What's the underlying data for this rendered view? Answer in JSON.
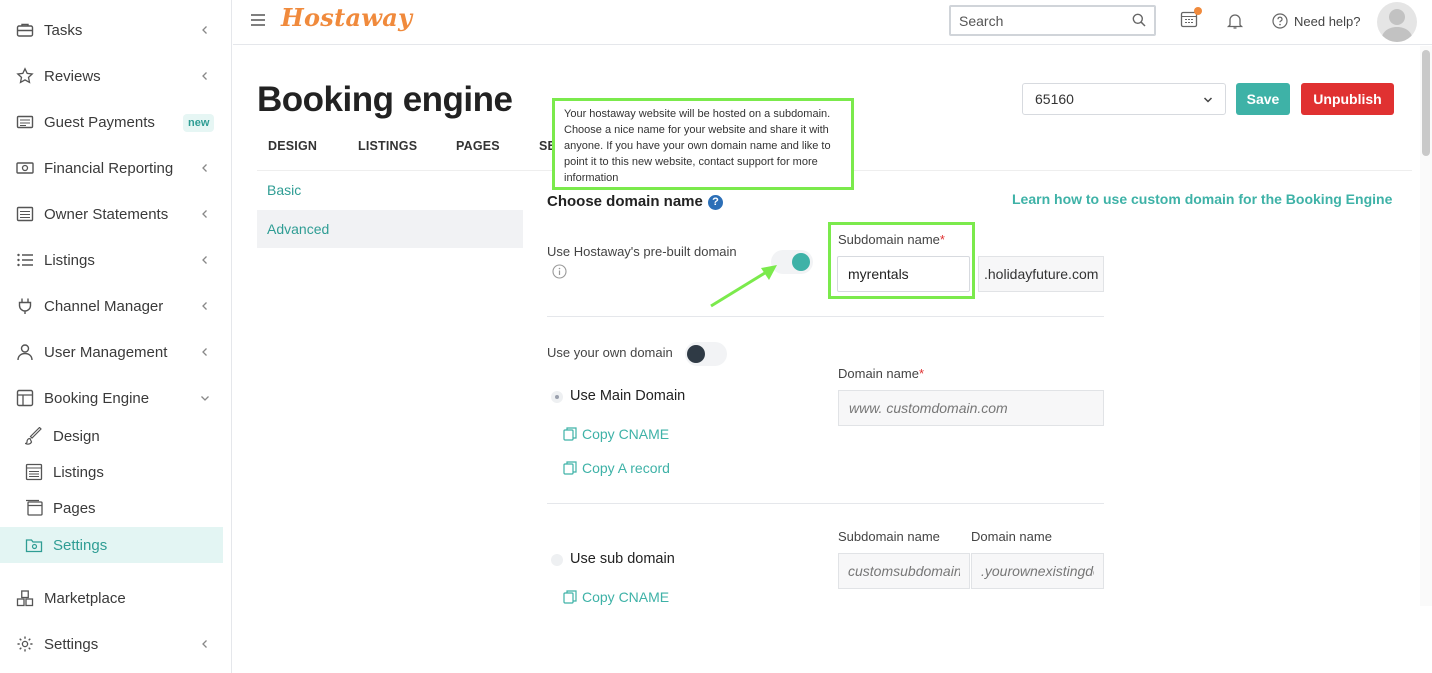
{
  "sidebar": {
    "items": [
      {
        "label": "Tasks",
        "icon": "briefcase-icon"
      },
      {
        "label": "Reviews",
        "icon": "star-icon"
      },
      {
        "label": "Guest Payments",
        "icon": "card-icon",
        "badge": "new"
      },
      {
        "label": "Financial Reporting",
        "icon": "money-icon"
      },
      {
        "label": "Owner Statements",
        "icon": "statement-icon"
      },
      {
        "label": "Listings",
        "icon": "list-icon"
      },
      {
        "label": "Channel Manager",
        "icon": "plug-icon"
      },
      {
        "label": "User Management",
        "icon": "user-icon"
      },
      {
        "label": "Booking Engine",
        "icon": "layout-icon"
      },
      {
        "label": "Marketplace",
        "icon": "marketplace-icon"
      },
      {
        "label": "Settings",
        "icon": "gear-icon"
      }
    ],
    "booking_sub": [
      {
        "label": "Design",
        "icon": "brush-icon"
      },
      {
        "label": "Listings",
        "icon": "listings-icon"
      },
      {
        "label": "Pages",
        "icon": "pages-icon"
      },
      {
        "label": "Settings",
        "icon": "folder-gear-icon",
        "active": true
      }
    ]
  },
  "header": {
    "logo": "Hostaway",
    "search_placeholder": "Search",
    "help": "Need help?"
  },
  "page": {
    "title": "Booking engine",
    "tabs": [
      "DESIGN",
      "LISTINGS",
      "PAGES",
      "SE"
    ],
    "listing_select": "65160",
    "save": "Save",
    "unpublish": "Unpublish",
    "subnav": {
      "basic": "Basic",
      "advanced": "Advanced"
    }
  },
  "tooltip": "Your hostaway website will be hosted on a subdomain. Choose a nice name for your website and share it with anyone. If you have your own domain name and like to point it to this new website, contact support for more information",
  "domain": {
    "section_title": "Choose domain name",
    "help_glyph": "?",
    "learn_link": "Learn how to use custom domain for the Booking Engine",
    "prebuilt_label": "Use Hostaway's pre-built domain",
    "prebuilt_enabled": true,
    "subdomain_label": "Subdomain name",
    "required_mark": "*",
    "subdomain_value": "myrentals",
    "suffix": ".holidayfuture.com",
    "own_domain_label": "Use your own domain",
    "own_domain_enabled": false,
    "main_domain_label": "Use Main Domain",
    "copy_cname": "Copy CNAME",
    "copy_a_record": "Copy A record",
    "domain_name_label": "Domain name",
    "domain_placeholder": "www. customdomain.com",
    "sub_domain_label": "Use sub domain",
    "sub_subdomain_label": "Subdomain name",
    "sub_domain_name_label": "Domain name",
    "sub_subdomain_placeholder": "customsubdomain",
    "sub_domain_placeholder": ".yourownexistingdomain"
  },
  "colors": {
    "accent": "#3eb2a7",
    "danger": "#e03131",
    "brand": "#f08a3c",
    "highlight": "#7bea4c"
  }
}
